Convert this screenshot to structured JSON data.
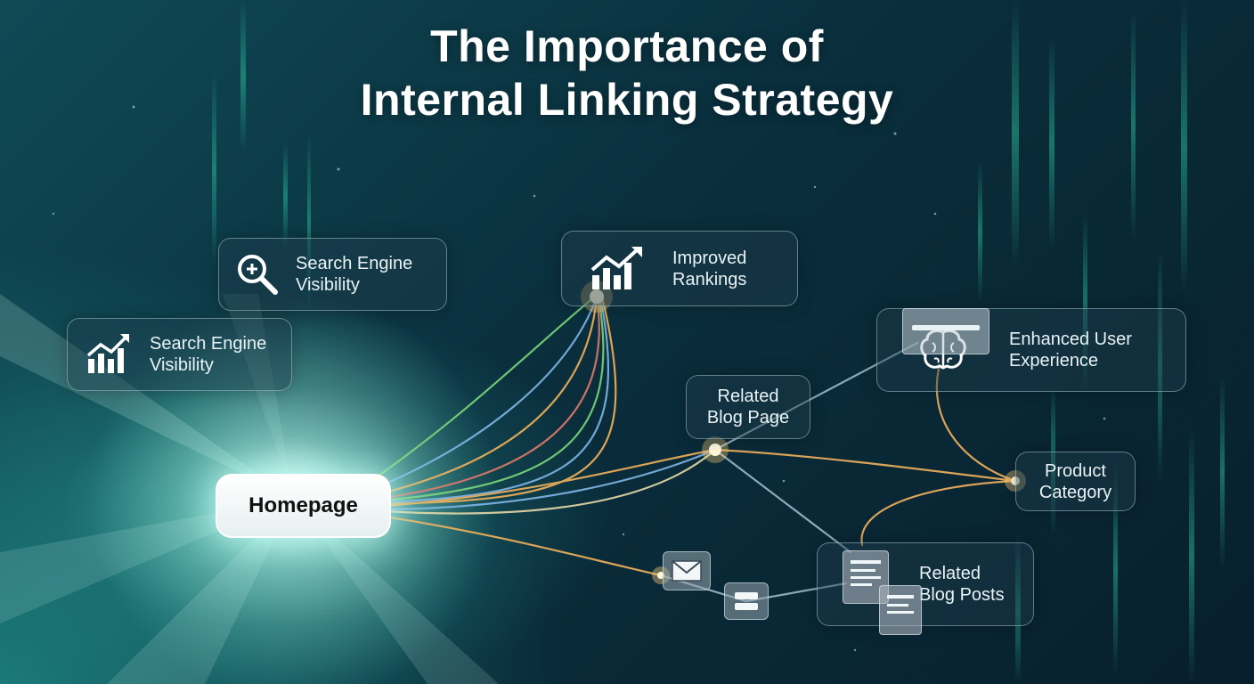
{
  "title": {
    "line1": "The Importance of",
    "line2": "Internal Linking Strategy"
  },
  "nodes": {
    "homepage": "Homepage",
    "search_engine_visibility_1": [
      "Search Engine",
      "Visibility"
    ],
    "search_engine_visibility_2": [
      "Search Engine",
      "Visibility"
    ],
    "improved_rankings": [
      "Improved",
      "Rankings"
    ],
    "enhanced_user_experience": [
      "Enhanced User",
      "Experience"
    ],
    "related_blog_page": [
      "Related",
      "Blog Page"
    ],
    "product_category": [
      "Product",
      "Category"
    ],
    "related_blog_posts": [
      "Related",
      "Blog Posts"
    ]
  },
  "icons": {
    "search_engine_visibility_1": "magnifier-plus-icon",
    "search_engine_visibility_2": "bar-chart-trend-icon",
    "improved_rankings": "bar-chart-trend-icon",
    "enhanced_user_experience": "brain-icon",
    "related_blog_posts": "document-icon",
    "email": "envelope-icon",
    "server": "server-icon"
  },
  "colors": {
    "background": "#0a2f3d",
    "accent_teal": "#5fe0c8",
    "link_orange": "#f2b25c",
    "link_green": "#7cd67a",
    "link_blue": "#7fb6e6",
    "link_red": "#e07a6a",
    "node_glow": "#ffd27a"
  }
}
